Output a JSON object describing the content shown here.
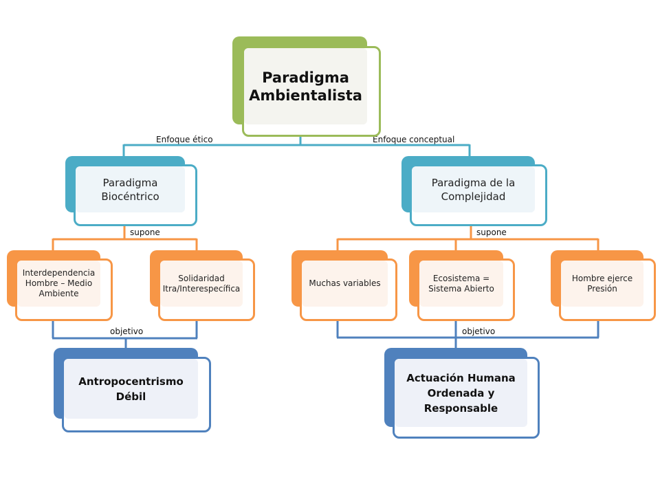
{
  "colors": {
    "green": "#9bbb59",
    "teal": "#4bacc6",
    "orange": "#f79646",
    "blue": "#4f81bd"
  },
  "diagram": {
    "root": {
      "text": "Paradigma Ambientalista"
    },
    "edge_labels": {
      "left": "Enfoque ético",
      "right": "Enfoque conceptual",
      "supone_left": "supone",
      "supone_right": "supone",
      "objetivo_left": "objetivo",
      "objetivo_right": "objetivo"
    },
    "level1": [
      {
        "text": "Paradigma Biocéntrico"
      },
      {
        "text": "Paradigma de la Complejidad"
      }
    ],
    "level2": [
      {
        "text": "Interdependencia Hombre – Medio Ambiente"
      },
      {
        "text": "Solidaridad Itra/Interespecífica"
      },
      {
        "text": "Muchas variables"
      },
      {
        "text": "Ecosistema = Sistema Abierto"
      },
      {
        "text": "Hombre ejerce Presión"
      }
    ],
    "level3": [
      {
        "text": "Antropocentrismo Débil"
      },
      {
        "text": "Actuación Humana Ordenada y Responsable"
      }
    ]
  }
}
